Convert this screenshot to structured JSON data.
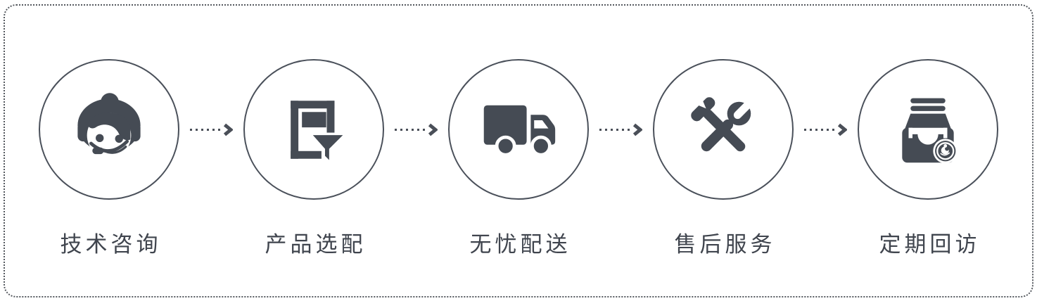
{
  "colors": {
    "icon": "#454b54",
    "circle": "#4a505a",
    "label": "#40454e",
    "arrow": "#4a4f58",
    "border": "#55595f",
    "background": "#ffffff"
  },
  "steps": [
    {
      "label": "技术咨询",
      "icon": "support-agent-icon"
    },
    {
      "label": "产品选配",
      "icon": "product-filter-icon"
    },
    {
      "label": "无忧配送",
      "icon": "delivery-truck-icon"
    },
    {
      "label": "售后服务",
      "icon": "repair-tools-icon"
    },
    {
      "label": "定期回访",
      "icon": "follow-up-inbox-icon"
    }
  ],
  "arrow": {
    "dot_count": 6,
    "direction": "right"
  }
}
